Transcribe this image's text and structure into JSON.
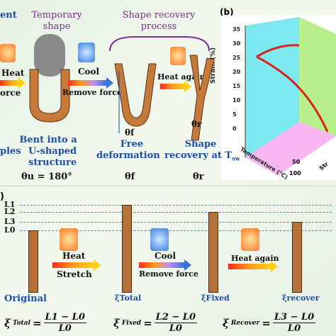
{
  "top": {
    "bent_partial": "ent",
    "temporary_shape": "Temporary shape",
    "shape_recovery_process": "Shape recovery process",
    "panel_b": "(b)",
    "heat": "Heat",
    "force_partial": "orce",
    "cool": "Cool",
    "remove_force": "Remove force",
    "heat_again": "Heat again",
    "theta_f_label": "θf",
    "theta_r_label": "θr",
    "bent_into": "Bent into a",
    "samples_partial": "ples",
    "u_shaped": "U-shaped",
    "structure": "structure",
    "free": "Free",
    "deformation": "deformation",
    "shape_recovery_at": "Shape",
    "recovery_at": "recovery at T",
    "sw": "sw",
    "theta_u": "θu = 180°",
    "theta_f_bottom": "θf",
    "theta_r_bottom": "θr"
  },
  "plot3d": {
    "ylabel": "Strain (%)",
    "xlabel": "Temperature (℃)",
    "zlabel_partial": "Str",
    "y_ticks": [
      "35",
      "30",
      "25",
      "20",
      "15",
      "10",
      "5",
      "0"
    ],
    "x_ticks": [
      "50",
      "100"
    ]
  },
  "bottom": {
    "panel_partial": ")",
    "L1": "L1",
    "L2": "L2",
    "L3": "L3",
    "L0": "L0",
    "heat": "Heat",
    "stretch": "Stretch",
    "cool": "Cool",
    "remove_force": "Remove force",
    "heat_again": "Heat again",
    "original": "Original",
    "xi_total": "ξTotal",
    "xi_fixed": "ξFixed",
    "xi_recover": "ξrecover",
    "eq1_lhs": "ξ",
    "eq1_sub": "Total",
    "eq1_num": "L1 − L0",
    "eq1_den": "L0",
    "eq2_lhs": "ξ",
    "eq2_sub": "Fixed",
    "eq2_num": "L2 − L0",
    "eq2_den": "L0",
    "eq3_lhs": "ξ",
    "eq3_sub": "Recover",
    "eq3_num": "L3 − L0",
    "eq3_den": "L0"
  }
}
